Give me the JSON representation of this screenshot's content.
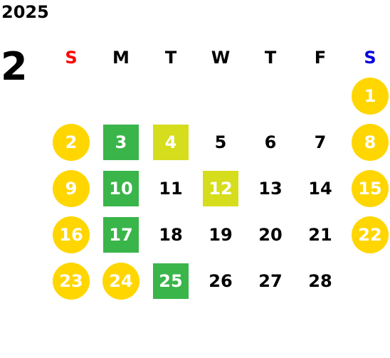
{
  "calendar": {
    "year": "2025",
    "month": "2",
    "weekdays": [
      {
        "label": "S",
        "color": "#ff0000"
      },
      {
        "label": "M",
        "color": "#000000"
      },
      {
        "label": "T",
        "color": "#000000"
      },
      {
        "label": "W",
        "color": "#000000"
      },
      {
        "label": "T",
        "color": "#000000"
      },
      {
        "label": "F",
        "color": "#000000"
      },
      {
        "label": "S",
        "color": "#0000dd"
      }
    ],
    "colors": {
      "holiday": "#ffd600",
      "green": "#3ab54a",
      "lime": "#d6dd1c"
    },
    "weeks": [
      [
        null,
        null,
        null,
        null,
        null,
        null,
        {
          "day": "1",
          "mark": "holiday"
        }
      ],
      [
        {
          "day": "2",
          "mark": "holiday"
        },
        {
          "day": "3",
          "mark": "green"
        },
        {
          "day": "4",
          "mark": "lime"
        },
        {
          "day": "5"
        },
        {
          "day": "6"
        },
        {
          "day": "7"
        },
        {
          "day": "8",
          "mark": "holiday"
        }
      ],
      [
        {
          "day": "9",
          "mark": "holiday"
        },
        {
          "day": "10",
          "mark": "green"
        },
        {
          "day": "11"
        },
        {
          "day": "12",
          "mark": "lime"
        },
        {
          "day": "13"
        },
        {
          "day": "14"
        },
        {
          "day": "15",
          "mark": "holiday"
        }
      ],
      [
        {
          "day": "16",
          "mark": "holiday"
        },
        {
          "day": "17",
          "mark": "green"
        },
        {
          "day": "18"
        },
        {
          "day": "19"
        },
        {
          "day": "20"
        },
        {
          "day": "21"
        },
        {
          "day": "22",
          "mark": "holiday"
        }
      ],
      [
        {
          "day": "23",
          "mark": "holiday"
        },
        {
          "day": "24",
          "mark": "holiday"
        },
        {
          "day": "25",
          "mark": "green"
        },
        {
          "day": "26"
        },
        {
          "day": "27"
        },
        {
          "day": "28"
        },
        null
      ]
    ]
  }
}
